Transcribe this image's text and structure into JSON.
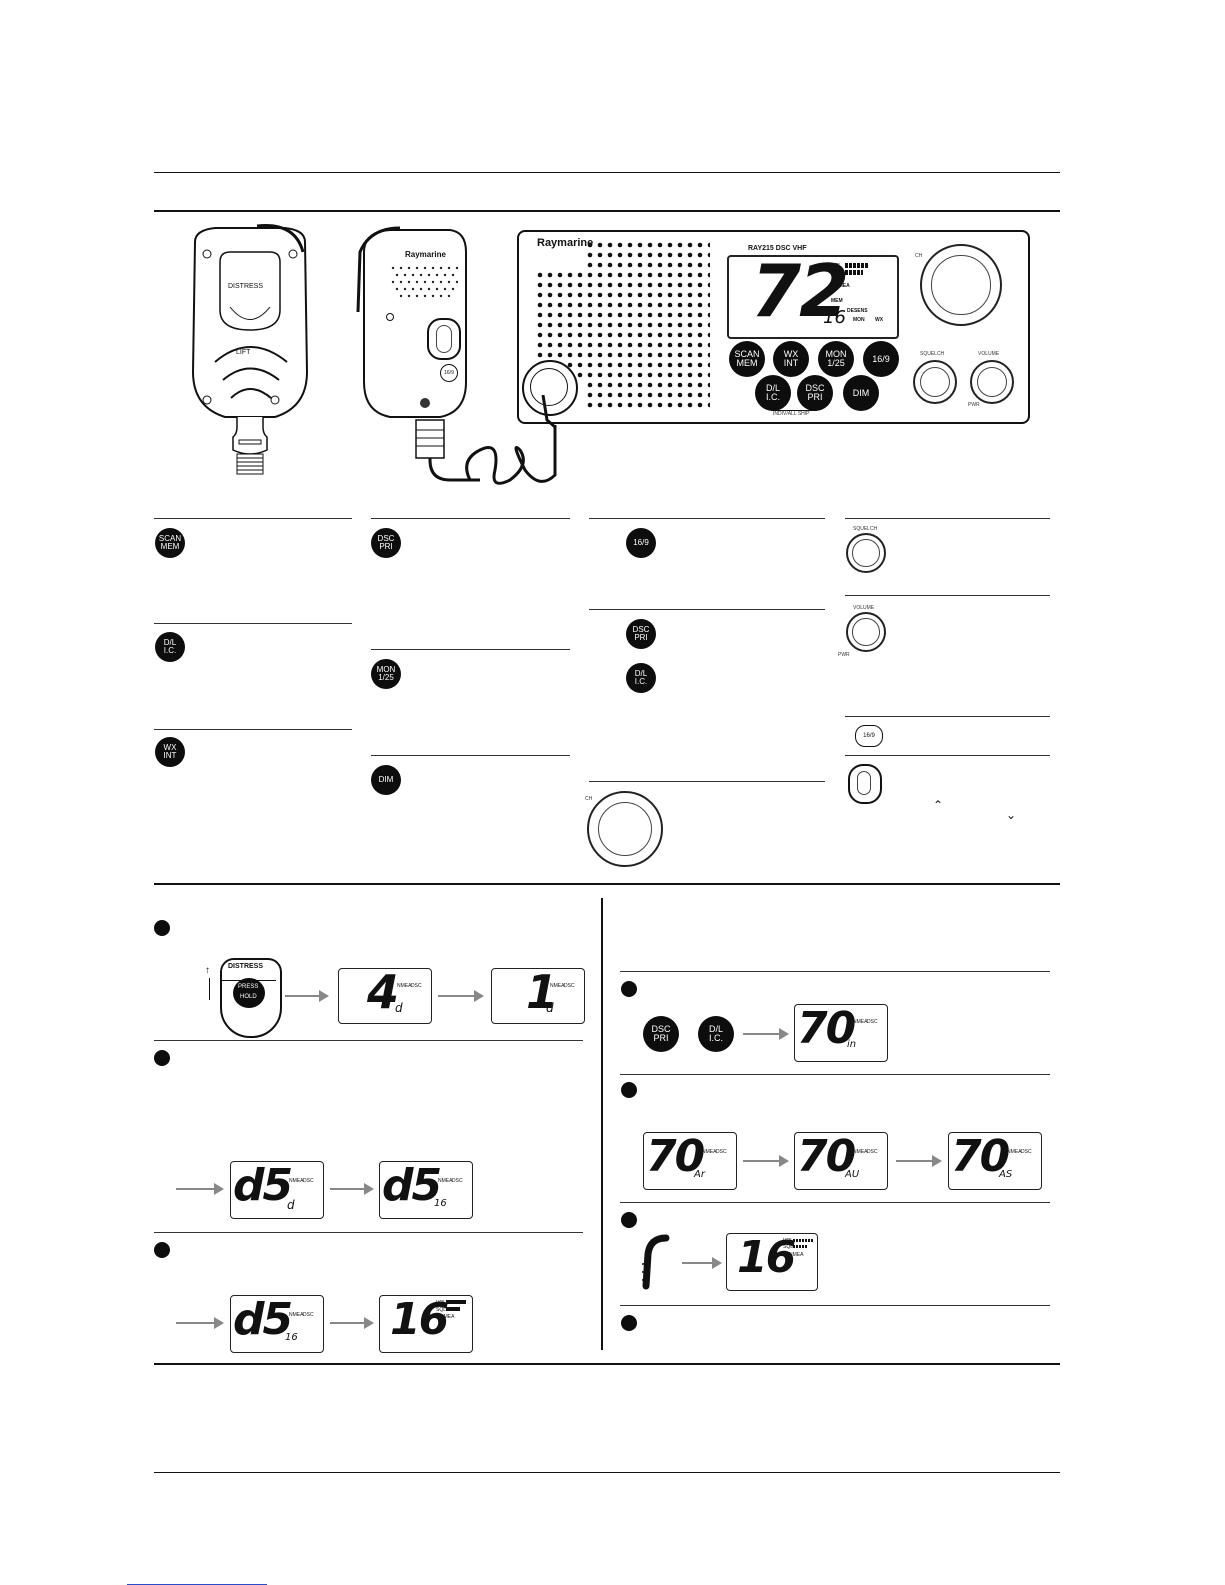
{
  "radio": {
    "brand": "Raymarine",
    "model": "RAY215 DSC VHF",
    "channel": "72",
    "sub_channel": "16",
    "ind_vol": "VOL",
    "ind_sql": "SQL",
    "ind_nmea": "NMEA",
    "ind_mem": "MEM",
    "ind_desens": "DESENS",
    "ind_mon": "MON",
    "ind_wx": "WX",
    "ch_label": "CH",
    "squelch_label": "SQUELCH",
    "volume_label": "VOLUME",
    "pwr_label": "PWR",
    "indiv_all_ship": "INDIV/ALL SHIP"
  },
  "handset": {
    "distress_label": "DISTRESS",
    "lift_label": "LIFT",
    "brand": "Raymarine",
    "mic_key": "16/9"
  },
  "keys": {
    "scan_1": "SCAN",
    "scan_2": "MEM",
    "wx_1": "WX",
    "wx_2": "INT",
    "mon_1": "MON",
    "mon_2": "1/25",
    "sixteen": "16/9",
    "dl_1": "D/L",
    "dl_2": "I.C.",
    "dsc_1": "DSC",
    "dsc_2": "PRI",
    "dim": "DIM"
  },
  "legend": {
    "ch": "CH",
    "squelch": "SQUELCH",
    "volume": "VOLUME",
    "pwr": "PWR",
    "mic_key": "16/9"
  },
  "distress_button": {
    "top": "DISTRESS",
    "press": "PRESS",
    "hold": "HOLD"
  },
  "displays": {
    "countdown_1": "4",
    "countdown_1_sub": "d",
    "countdown_2": "1",
    "countdown_2_sub": "d",
    "ds_a": "d5",
    "ds_a_sub": "d",
    "ds_b": "d5",
    "ds_b_sub": "16",
    "ds_c": "d5",
    "ds_c_sub": "16",
    "ch16_a": "16",
    "ch70_in": "70",
    "ch70_in_sub": "in",
    "ch70_ar": "70",
    "ch70_ar_sub": "Ar",
    "ch70_au": "70",
    "ch70_au_sub": "AU",
    "ch70_as": "70",
    "ch70_as_sub": "AS",
    "ch16_b": "16",
    "nmea": "NMEA",
    "dsc": "DSC",
    "vol": "VOL",
    "sql": "SQL"
  }
}
